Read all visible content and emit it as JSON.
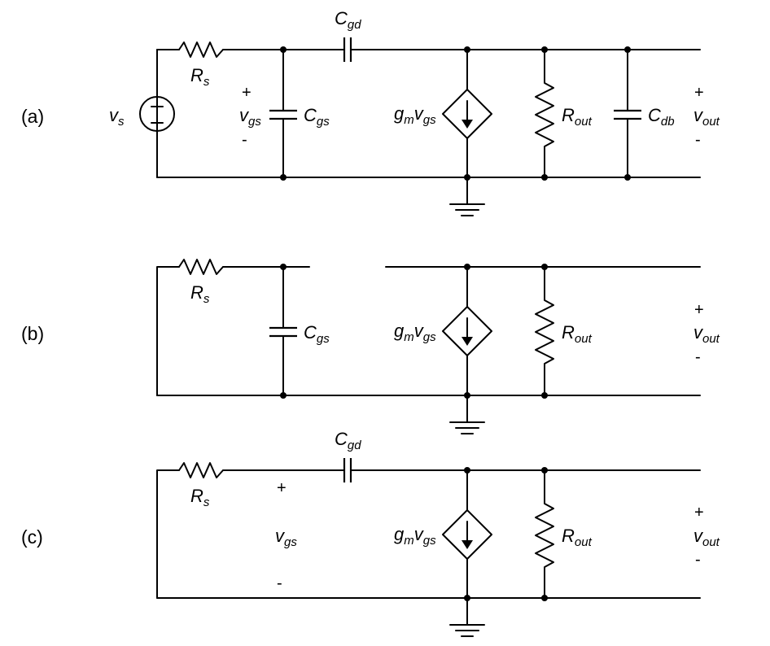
{
  "figure": {
    "panels": [
      {
        "tag": "(a)",
        "vs": {
          "main": "v",
          "sub": "s"
        },
        "rs": {
          "main": "R",
          "sub": "s"
        },
        "cgd": {
          "main": "C",
          "sub": "gd"
        },
        "vgs": {
          "plus": "+",
          "main": "v",
          "sub": "gs",
          "minus": "-"
        },
        "cgs": {
          "main": "C",
          "sub": "gs"
        },
        "gm": {
          "main": "g",
          "sub1": "m",
          "mid": "v",
          "sub2": "gs"
        },
        "rout": {
          "main": "R",
          "sub": "out"
        },
        "cdb": {
          "main": "C",
          "sub": "db"
        },
        "vout": {
          "plus": "+",
          "main": "v",
          "sub": "out",
          "minus": "-"
        }
      },
      {
        "tag": "(b)",
        "rs": {
          "main": "R",
          "sub": "s"
        },
        "cgs": {
          "main": "C",
          "sub": "gs"
        },
        "gm": {
          "main": "g",
          "sub1": "m",
          "mid": "v",
          "sub2": "gs"
        },
        "rout": {
          "main": "R",
          "sub": "out"
        },
        "vout": {
          "plus": "+",
          "main": "v",
          "sub": "out",
          "minus": "-"
        }
      },
      {
        "tag": "(c)",
        "rs": {
          "main": "R",
          "sub": "s"
        },
        "cgd": {
          "main": "C",
          "sub": "gd"
        },
        "vgs": {
          "plus": "+",
          "main": "v",
          "sub": "gs",
          "minus": "-"
        },
        "gm": {
          "main": "g",
          "sub1": "m",
          "mid": "v",
          "sub2": "gs"
        },
        "rout": {
          "main": "R",
          "sub": "out"
        },
        "vout": {
          "plus": "+",
          "main": "v",
          "sub": "out",
          "minus": "-"
        }
      }
    ]
  }
}
